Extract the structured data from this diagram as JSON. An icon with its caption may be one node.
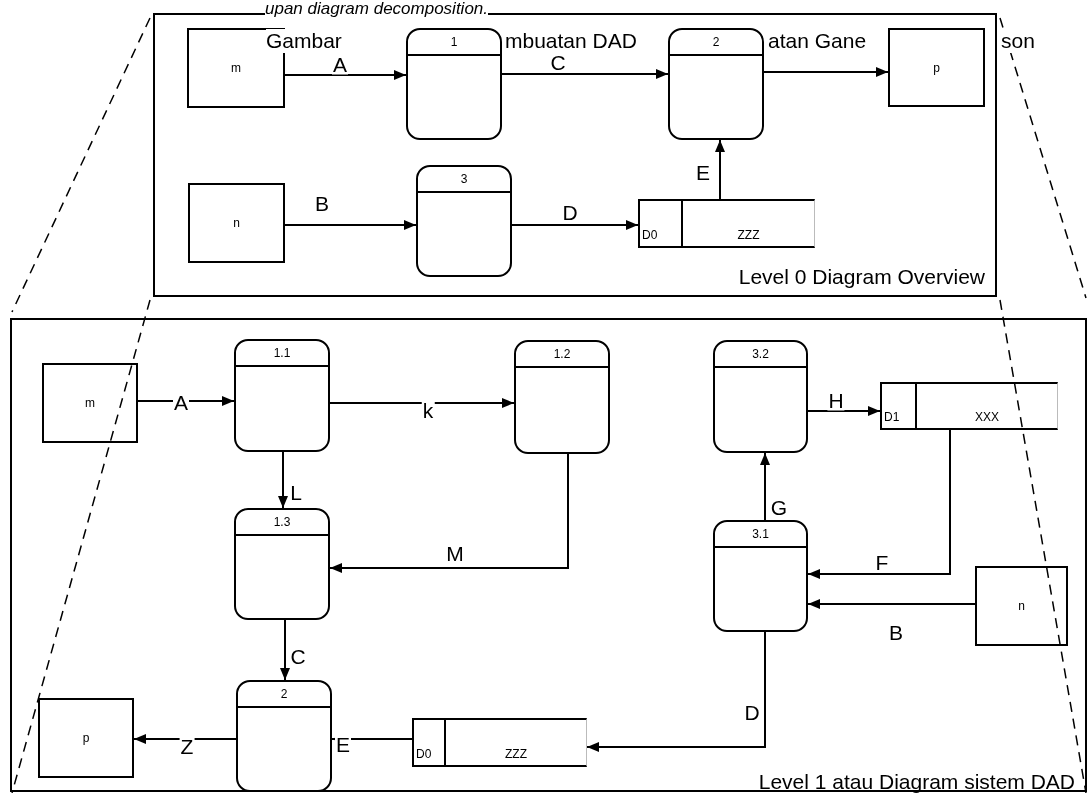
{
  "diagram": {
    "nodes": [
      {
        "text": [
          "Level 0 Diagram Overview"
        ]
      },
      {
        "text": [
          "m"
        ],
        "in": 0
      },
      {
        "text": [
          "1"
        ],
        "in": 0
      },
      {
        "text": [
          "2"
        ],
        "in": 0
      },
      {
        "text": [
          "p"
        ],
        "in": 0
      },
      {
        "text": [
          "n"
        ],
        "in": 0
      },
      {
        "text": [
          "3"
        ],
        "in": 0
      },
      {
        "text": [
          "D0",
          "ZZZ"
        ],
        "in": 0
      },
      {
        "text": [
          "Level 1 atau Diagram sistem DAD"
        ]
      },
      {
        "text": [
          "m"
        ],
        "in": 8
      },
      {
        "text": [
          "1.1"
        ],
        "in": 8
      },
      {
        "text": [
          "1.2"
        ],
        "in": 8
      },
      {
        "text": [
          "3.2"
        ],
        "in": 8
      },
      {
        "text": [
          "D1",
          "XXX"
        ],
        "in": 8
      },
      {
        "text": [
          "1.3"
        ],
        "in": 8
      },
      {
        "text": [
          "3.1"
        ],
        "in": 8
      },
      {
        "text": [
          "n"
        ],
        "in": 8
      },
      {
        "text": [
          "p"
        ],
        "in": 8
      },
      {
        "text": [
          "2"
        ],
        "in": 8
      },
      {
        "text": [
          "D0",
          "ZZZ"
        ],
        "in": 8
      }
    ],
    "edges": [
      {
        "from": 1,
        "to": 2,
        "arrow": "to",
        "label": "A"
      },
      {
        "from": 2,
        "to": 3,
        "arrow": "to",
        "label": "C"
      },
      {
        "from": 3,
        "to": 4,
        "arrow": "to"
      },
      {
        "from": 5,
        "to": 6,
        "arrow": "to",
        "label": "B"
      },
      {
        "from": 6,
        "to": 7,
        "arrow": "to",
        "label": "D"
      },
      {
        "from": 7,
        "to": 3,
        "arrow": "to",
        "label": "E"
      },
      {
        "from": 9,
        "to": 10,
        "arrow": "to",
        "label": "A"
      },
      {
        "from": 10,
        "to": 11,
        "arrow": "to",
        "label": "k"
      },
      {
        "from": 10,
        "to": 14,
        "arrow": "to",
        "label": "L"
      },
      {
        "from": 11,
        "to": 14,
        "arrow": "to",
        "label": "M"
      },
      {
        "from": 12,
        "to": 13,
        "arrow": "to",
        "label": "H"
      },
      {
        "from": 15,
        "to": 12,
        "arrow": "to",
        "label": "G"
      },
      {
        "from": 13,
        "to": 15,
        "arrow": "to",
        "label": "F"
      },
      {
        "from": 16,
        "to": 15,
        "arrow": "to",
        "label": "B"
      },
      {
        "from": 15,
        "to": 19,
        "arrow": "to",
        "label": "D"
      },
      {
        "from": 14,
        "to": 18,
        "arrow": "to",
        "label": "C"
      },
      {
        "from": 19,
        "to": 18,
        "arrow": "to",
        "label": "E"
      },
      {
        "from": 18,
        "to": 17,
        "arrow": "to",
        "label": "Z"
      }
    ],
    "labels": [
      "upan diagram decomposition.",
      "Gambar",
      "mbuatan DAD",
      "atan Gane",
      "son"
    ]
  }
}
